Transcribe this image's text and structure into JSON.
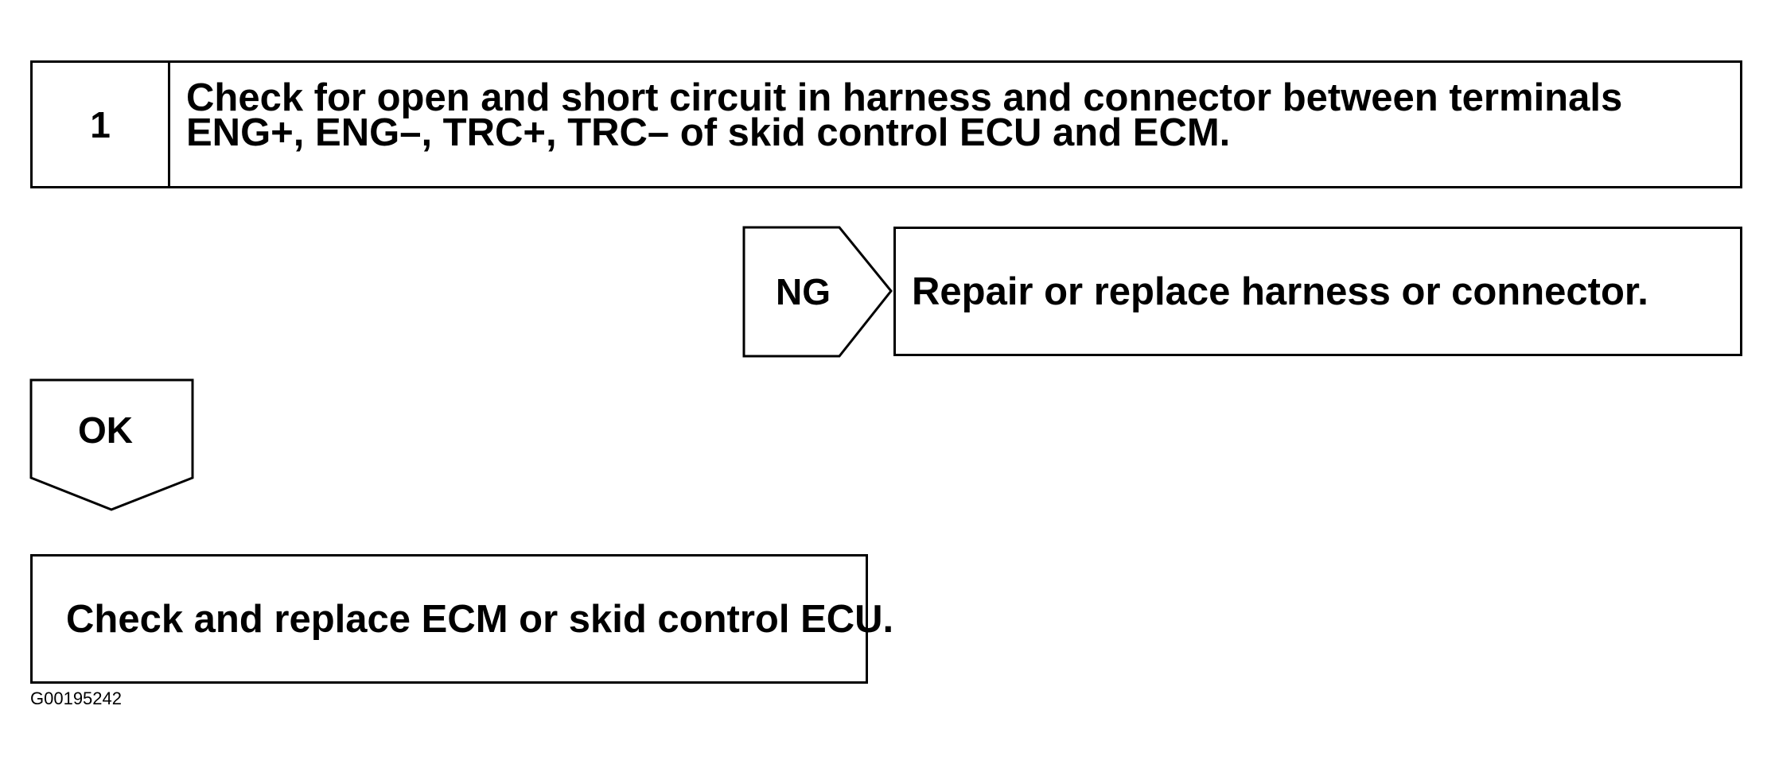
{
  "step": {
    "number": "1",
    "lines": [
      "Check for open and short circuit in harness and connector between terminals",
      "ENG+, ENG–, TRC+, TRC– of skid control ECU and ECM."
    ]
  },
  "ng_branch": {
    "label": "NG",
    "result": "Repair or replace harness or connector."
  },
  "ok_branch": {
    "label": "OK",
    "result": "Check and replace ECM or skid control ECU."
  },
  "figure_id": "G00195242"
}
